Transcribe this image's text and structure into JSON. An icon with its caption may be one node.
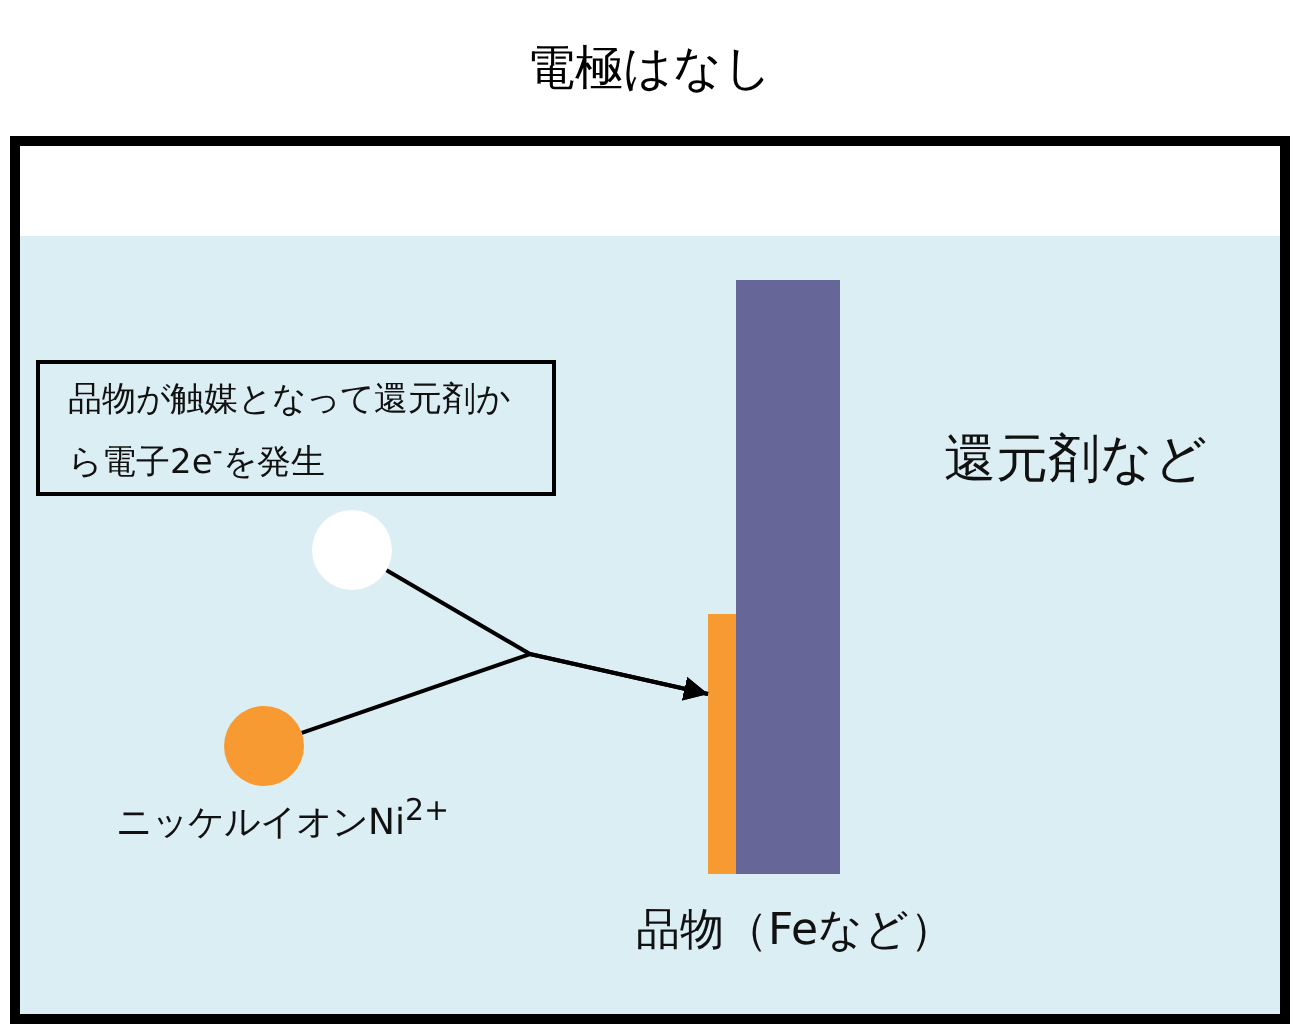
{
  "diagram": {
    "nodes": [
      {
        "text": [
          "電極はなし"
        ]
      },
      {
        "text": [
          "品物が触媒となって還元剤から電子2e$^{-}$を発生"
        ],
        "in": 0
      },
      {
        "text": [],
        "shape": "circle",
        "in": 0
      },
      {
        "text": [],
        "shape": "circle",
        "in": 0,
        "beside": [
          "ニッケルイオンNi$^{2+}$"
        ]
      },
      {
        "text": [],
        "shape": "bar",
        "in": 0
      },
      {
        "text": [],
        "shape": "bar",
        "in": 0,
        "beside": [
          "品物（Feなど）"
        ]
      }
    ],
    "edges": [
      {
        "from": 2,
        "to": 4,
        "arrow": "to"
      },
      {
        "from": 3,
        "to": 4,
        "arrow": "to"
      }
    ],
    "labels": [
      "還元剤など"
    ]
  }
}
